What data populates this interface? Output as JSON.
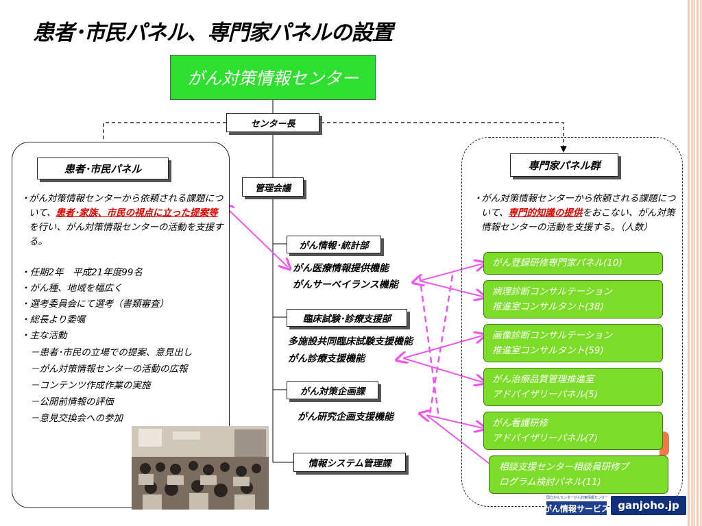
{
  "title": "患者･市民パネル、専門家パネルの設置",
  "center": {
    "name": "がん対策情報センター",
    "director": "センター長",
    "management": "管理会議"
  },
  "patient_panel": {
    "label": "患者･市民パネル",
    "desc_pre": "がん対策情報センターから依頼される課題について、",
    "desc_red": "患者･家族、市民の視点に立った提案等",
    "desc_post": "を行い、がん対策情報センターの活動を支援する。",
    "items": [
      "任期2年　平成21年度99名",
      "がん種、地域を幅広く",
      "選考委員会にて選考（書類審査）",
      "総長より委嘱",
      "主な活動"
    ],
    "activities": [
      "－患者･市民の立場での提案、意見出し",
      "－がん対策情報センターの活動の広報",
      "－コンテンツ作成作業の実施",
      "－公開前情報の評価",
      "－意見交換会への参加"
    ]
  },
  "departments": [
    {
      "name": "がん情報･統計部",
      "functions": [
        "がん医療情報提供機能",
        "がんサーベイランス機能"
      ]
    },
    {
      "name": "臨床試験･診療支援部",
      "functions": [
        "多施設共同臨床試験支援機能",
        "がん診療支援機能"
      ]
    },
    {
      "name": "がん対策企画課",
      "functions": [
        "がん研究企画支援機能"
      ]
    },
    {
      "name": "情報システム管理課",
      "functions": []
    }
  ],
  "expert_panel": {
    "label": "専門家パネル群",
    "desc_pre": "がん対策情報センターから依頼される課題について、",
    "desc_red": "専門的知識の提供",
    "desc_post": "をおこない、がん対策情報センターの活動を支援する。（人数）",
    "panels": [
      {
        "line1": "がん登録研修専門家パネル(10)",
        "line2": ""
      },
      {
        "line1": "病理診断コンサルテーション",
        "line2": "推進室コンサルタント(38)"
      },
      {
        "line1": "画像診断コンサルテーション",
        "line2": "推進室コンサルタント(59)"
      },
      {
        "line1": "がん治療品質管理推進室",
        "line2": "アドバイザリーパネル(5)"
      },
      {
        "line1": "がん看護研修",
        "line2": "アドバイザリーパネル(7)"
      },
      {
        "line1": "相談支援センター相談員研修プ",
        "line2": "ログラム検討パネル(11)"
      }
    ]
  },
  "logo": {
    "small_text": "国立がんセンターがん対策情報センター",
    "service": "がん情報サービス",
    "url": "ganjoho.jp"
  },
  "colors": {
    "green_center": "#2ee02e",
    "green_panel": "#7ddc2a",
    "arrow_magenta": "#ee55ee",
    "highlight_red": "#e00000"
  }
}
